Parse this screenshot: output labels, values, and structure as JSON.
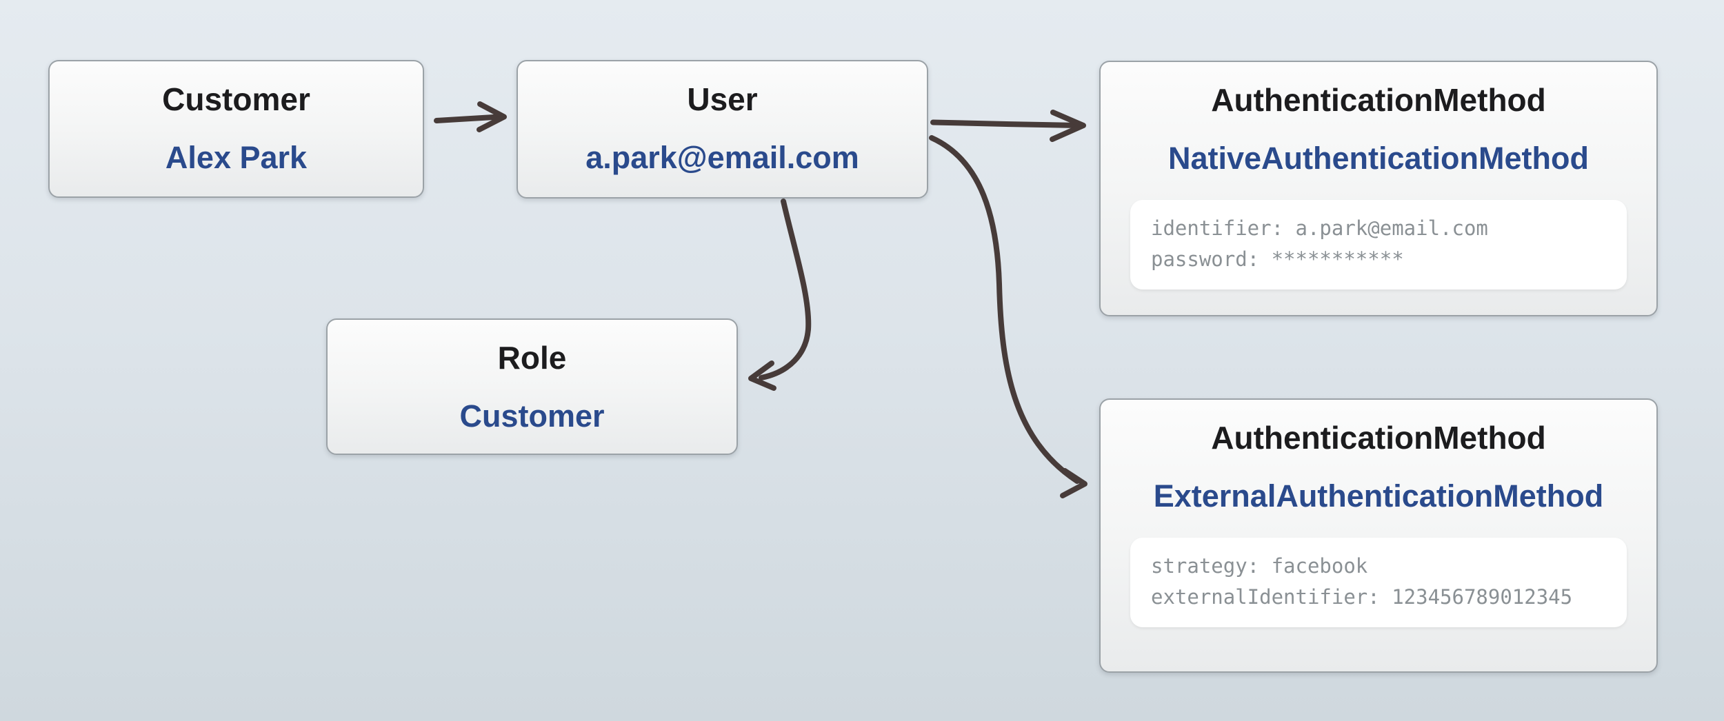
{
  "colors": {
    "background_top": "#e5ebf0",
    "background_bottom": "#cfd8de",
    "box_border": "#9ba2a7",
    "box_fill_top": "#fcfcfc",
    "box_fill_bottom": "#e9ebec",
    "title_text": "#1c1c1e",
    "value_text_blue": "#2a4a8c",
    "attribute_text_gray": "#8a9094",
    "arrow": "#473b39",
    "attribute_box_fill": "#ffffff"
  },
  "diagram": {
    "nodes": {
      "customer": {
        "title": "Customer",
        "value": "Alex Park"
      },
      "user": {
        "title": "User",
        "value": "a.park@email.com"
      },
      "native_auth": {
        "title": "AuthenticationMethod",
        "value": "NativeAuthenticationMethod",
        "attributes": [
          "identifier: a.park@email.com",
          "password: ***********"
        ]
      },
      "role": {
        "title": "Role",
        "value": "Customer"
      },
      "external_auth": {
        "title": "AuthenticationMethod",
        "value": "ExternalAuthenticationMethod",
        "attributes": [
          "strategy: facebook",
          "externalIdentifier: 123456789012345"
        ]
      }
    },
    "edges": [
      {
        "from": "customer",
        "to": "user"
      },
      {
        "from": "user",
        "to": "native_auth"
      },
      {
        "from": "user",
        "to": "role"
      },
      {
        "from": "user",
        "to": "external_auth"
      }
    ]
  }
}
